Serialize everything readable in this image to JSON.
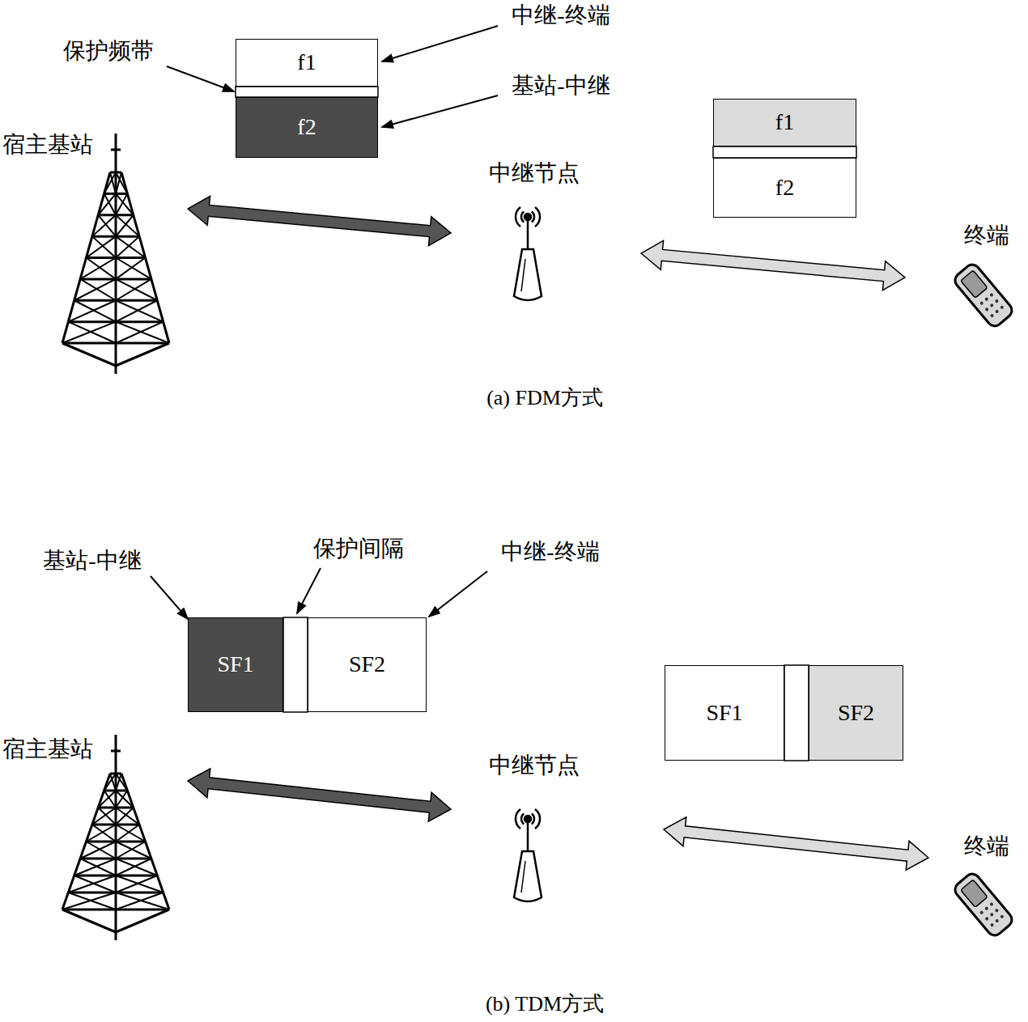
{
  "diagram": {
    "nodes": [
      {
        "text": [
          "f1"
        ]
      },
      {
        "text": [
          "f2"
        ]
      },
      {
        "text": [
          "宿主基站"
        ]
      },
      {
        "text": [
          "中继节点"
        ]
      },
      {
        "text": [
          "f1"
        ]
      },
      {
        "text": [
          "f2"
        ]
      },
      {
        "text": [
          "终端"
        ]
      },
      {
        "text": [
          "SF1"
        ]
      },
      {
        "text": [
          "SF2"
        ]
      },
      {
        "text": [
          "宿主基站"
        ]
      },
      {
        "text": [
          "中继节点"
        ]
      },
      {
        "text": [
          "SF1"
        ]
      },
      {
        "text": [
          "SF2"
        ]
      },
      {
        "text": [
          "终端"
        ]
      }
    ],
    "edges": [
      {
        "from": 2,
        "to": 3,
        "arrow": "both"
      },
      {
        "from": 3,
        "to": 6,
        "arrow": "both"
      },
      {
        "from": 9,
        "to": 10,
        "arrow": "both"
      },
      {
        "from": 10,
        "to": 13,
        "arrow": "both"
      }
    ],
    "labels": [
      "中继-终端",
      "保护频带",
      "基站-中继",
      "(a) FDM方式",
      "基站-中继",
      "保护间隔",
      "中继-终端",
      "(b) TDM方式"
    ]
  }
}
